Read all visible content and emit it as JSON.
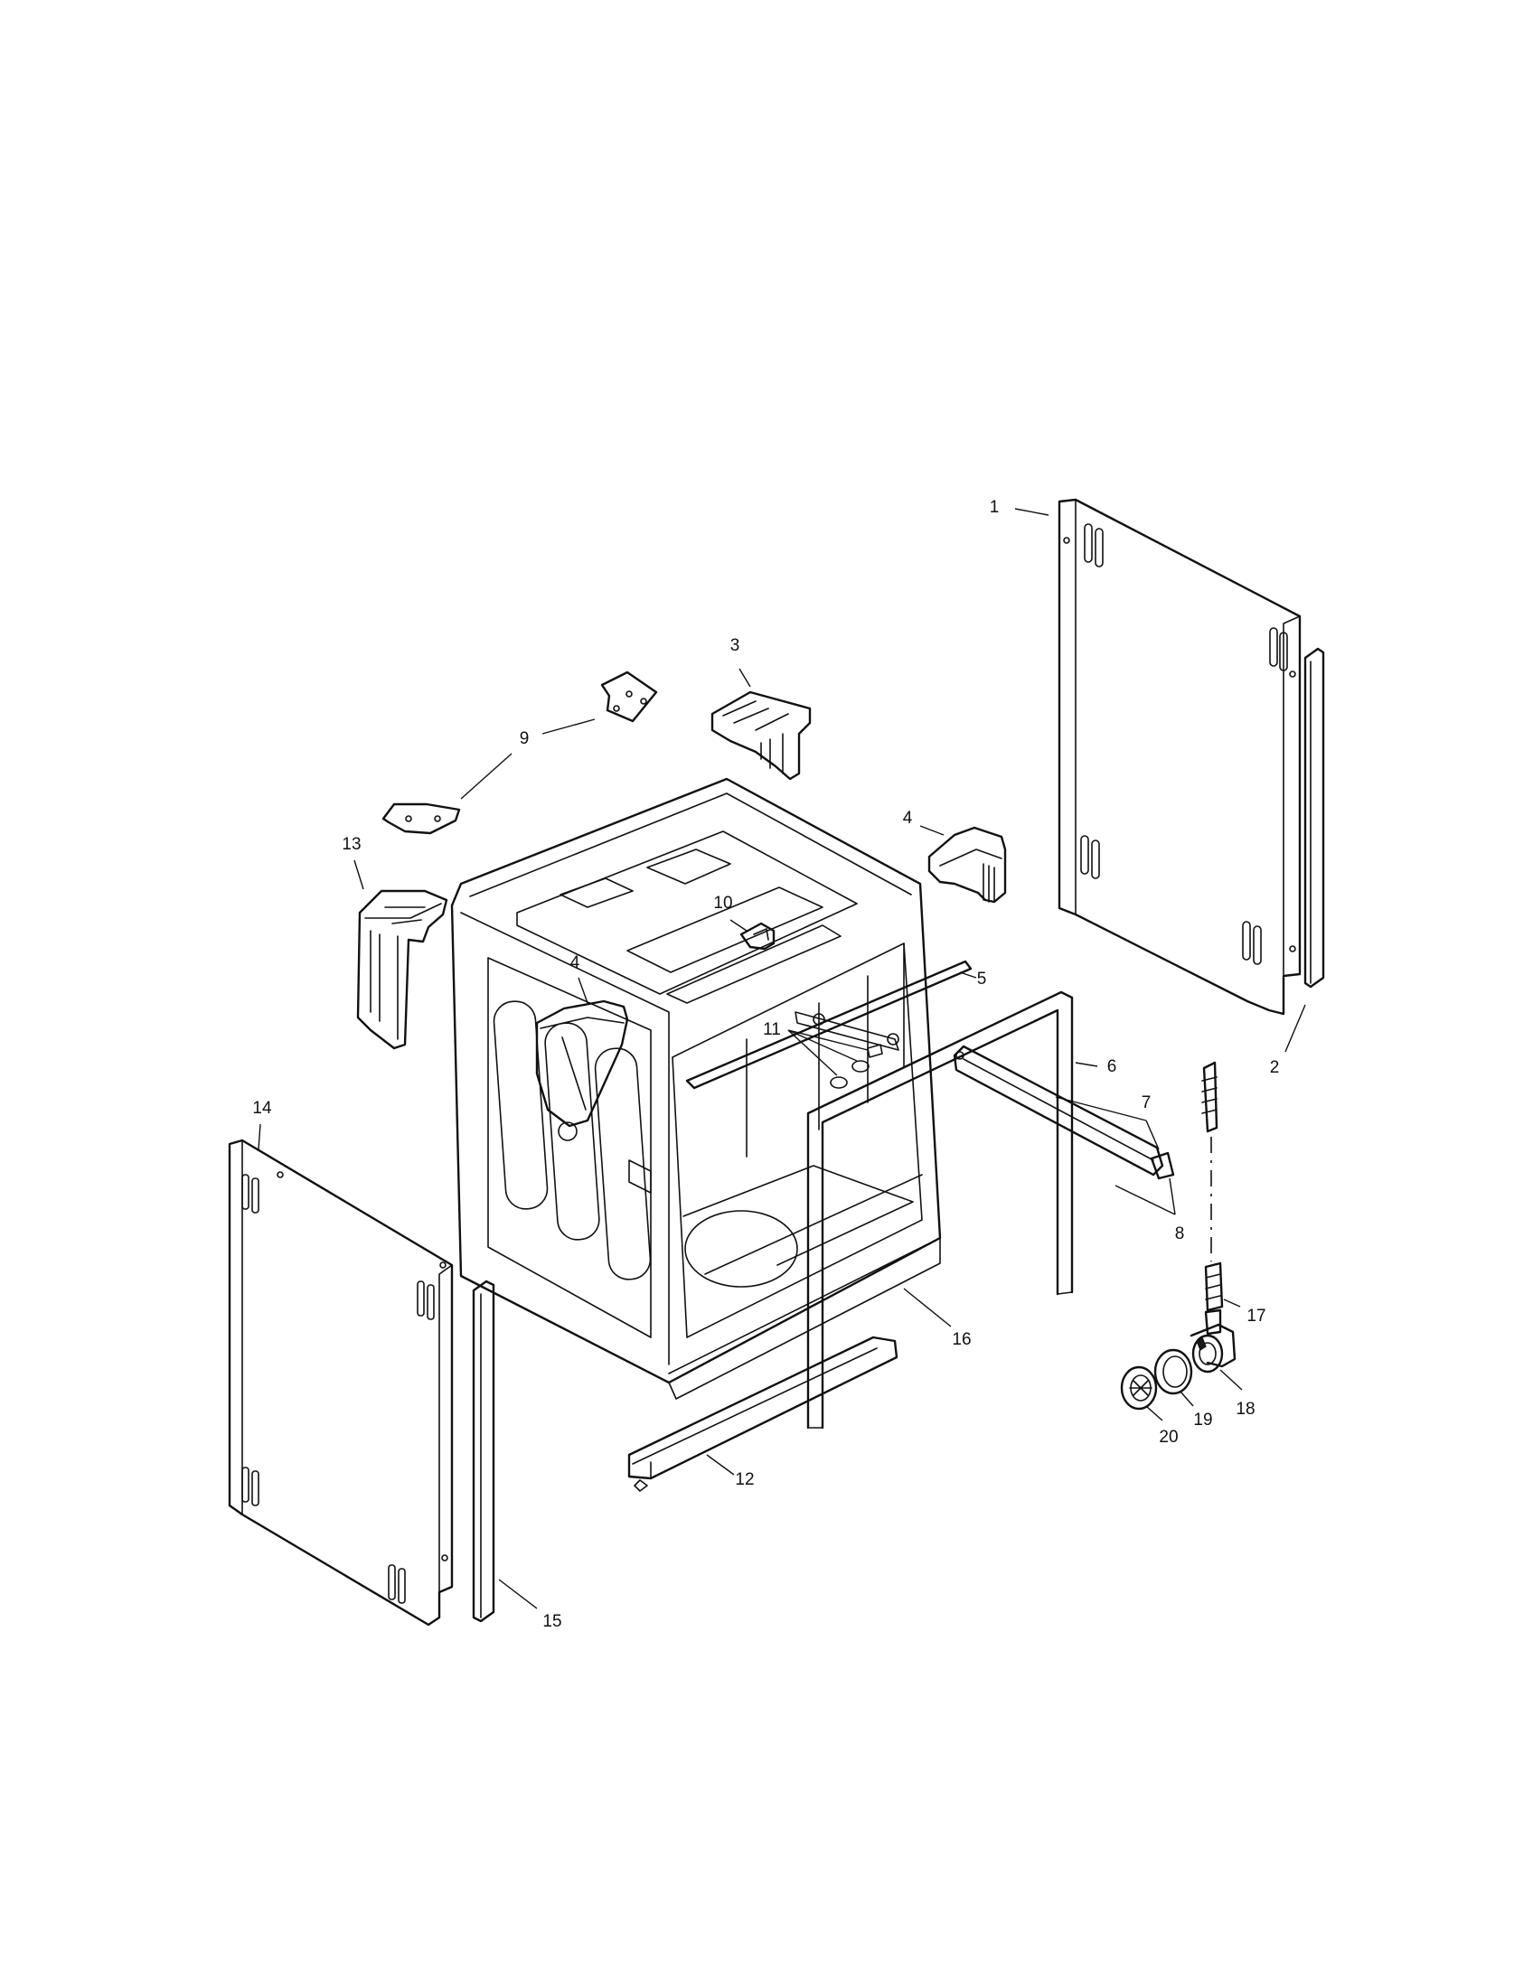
{
  "callouts": {
    "c1": "1",
    "c2": "2",
    "c3": "3",
    "c4a": "4",
    "c4b": "4",
    "c5": "5",
    "c6": "6",
    "c7": "7",
    "c8": "8",
    "c9": "9",
    "c10": "10",
    "c11": "11",
    "c12": "12",
    "c13": "13",
    "c14": "14",
    "c15": "15",
    "c16": "16",
    "c17": "17",
    "c18": "18",
    "c19": "19",
    "c20": "20"
  }
}
